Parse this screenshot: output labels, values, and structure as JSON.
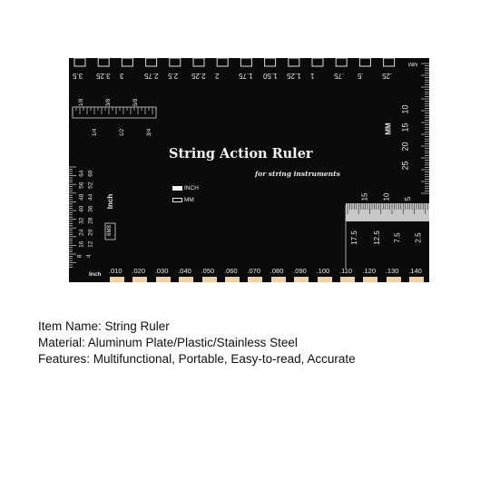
{
  "ruler": {
    "title": "String Action Ruler",
    "subtitle": "for string instruments",
    "legend_inch": "INCH",
    "legend_mm": "MM",
    "top_labels": [
      "3.5",
      "3.25",
      "3",
      "2.75",
      "2.5",
      "2.25",
      "2",
      "1.75",
      "1.50",
      "1.25",
      "1",
      ".75",
      ".5",
      ".25"
    ],
    "top_right_unit": "MM",
    "fractions": [
      "1/8",
      "3/8",
      "5/8",
      "1/4",
      "1/2",
      "3/4"
    ],
    "right_mm_labels": [
      "MM",
      "10",
      "15",
      "20",
      "25"
    ],
    "inset_labels": [
      "15",
      "10",
      "5"
    ],
    "inset_scale_labels": [
      "17.5",
      "12.5",
      "7.5",
      "2.5"
    ],
    "left_vertical_labels": [
      "64",
      "56",
      "48",
      "40",
      "32",
      "24",
      "16",
      "8"
    ],
    "left_vertical_labels_b": [
      "60",
      "52",
      "44",
      "36",
      "28",
      "20",
      "12",
      "4"
    ],
    "inch_word": "Inch",
    "feeler_unit": "Inch",
    "feeler_labels": [
      ".010",
      ".020",
      ".030",
      ".040",
      ".050",
      ".060",
      ".070",
      ".080",
      ".090",
      ".100",
      ".110",
      ".120",
      ".130",
      ".140"
    ],
    "side_tag": "6M8"
  },
  "info": {
    "item_name": "Item Name: String Ruler",
    "material": "Material: Aluminum Plate/Plastic/Stainless Steel",
    "features": "Features: Multifunctional, Portable, Easy-to-read, Accurate"
  }
}
